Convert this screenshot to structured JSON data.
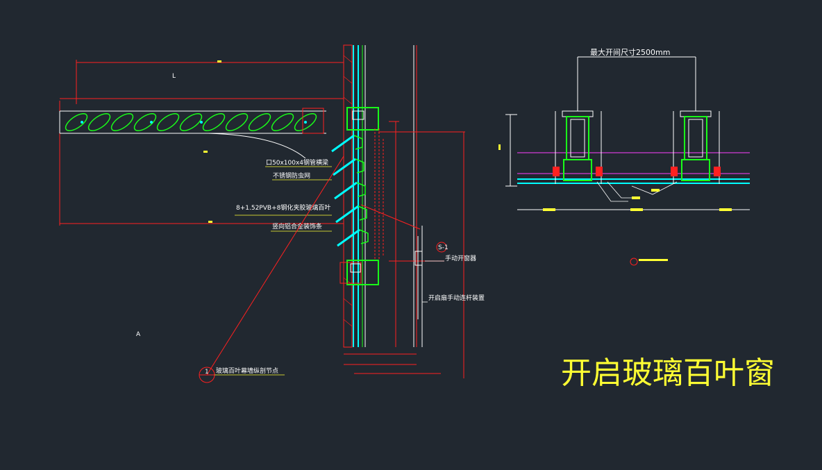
{
  "title": "开启玻璃百叶窗",
  "dimension_top": "最大开间尺寸2500mm",
  "labels": {
    "steel_tube": "口50x100x4钢管横梁",
    "insect_net": "不锈钢防虫网",
    "glass_blade": "8+1.52PVB+8钢化夹胶玻璃百叶",
    "trim": "竖向铝合金装饰条",
    "manual_opener": "手动开窗器",
    "linkage": "开启扇手动连杆装置",
    "node_caption": "玻璃百叶幕墙纵剖节点",
    "marker_a": "A",
    "dim_l": "L"
  },
  "colors": {
    "background": "#212830",
    "red": "#ff2020",
    "green": "#19ff19",
    "cyan": "#00ffff",
    "yellow": "#ffff33",
    "white": "#ffffff",
    "magenta": "#ff40ff"
  }
}
